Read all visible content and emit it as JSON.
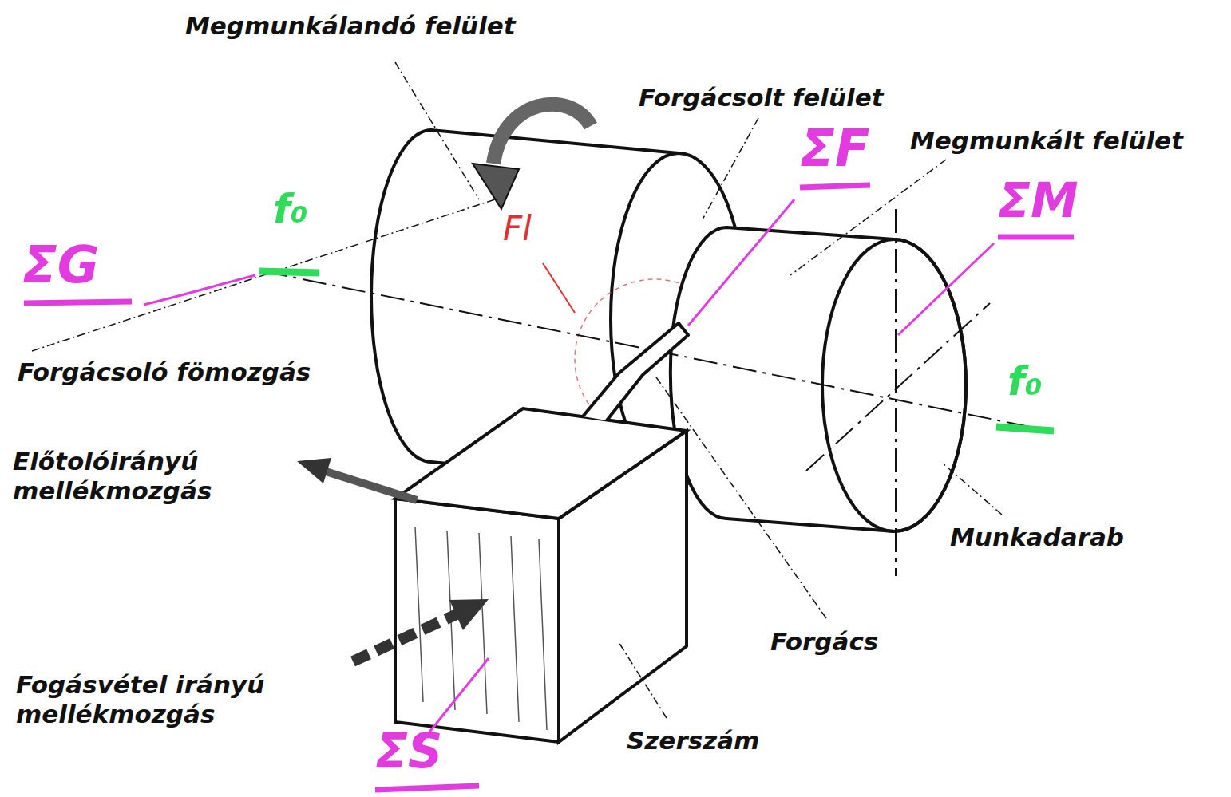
{
  "diagram": {
    "labels": [
      "Megmunkálandó felület",
      "Forgácsolt felület",
      "ΣF",
      "Megmunkált felület",
      "ΣM",
      "ΣG",
      "f₀",
      "Fl",
      "Forgácsoló fömozgás",
      "f₀",
      "Előtolóirányú mellékmozgás",
      "Munkadarab",
      "Forgács",
      "Fogásvétel irányú mellékmozgás",
      "Szerszám",
      "ΣS"
    ]
  }
}
